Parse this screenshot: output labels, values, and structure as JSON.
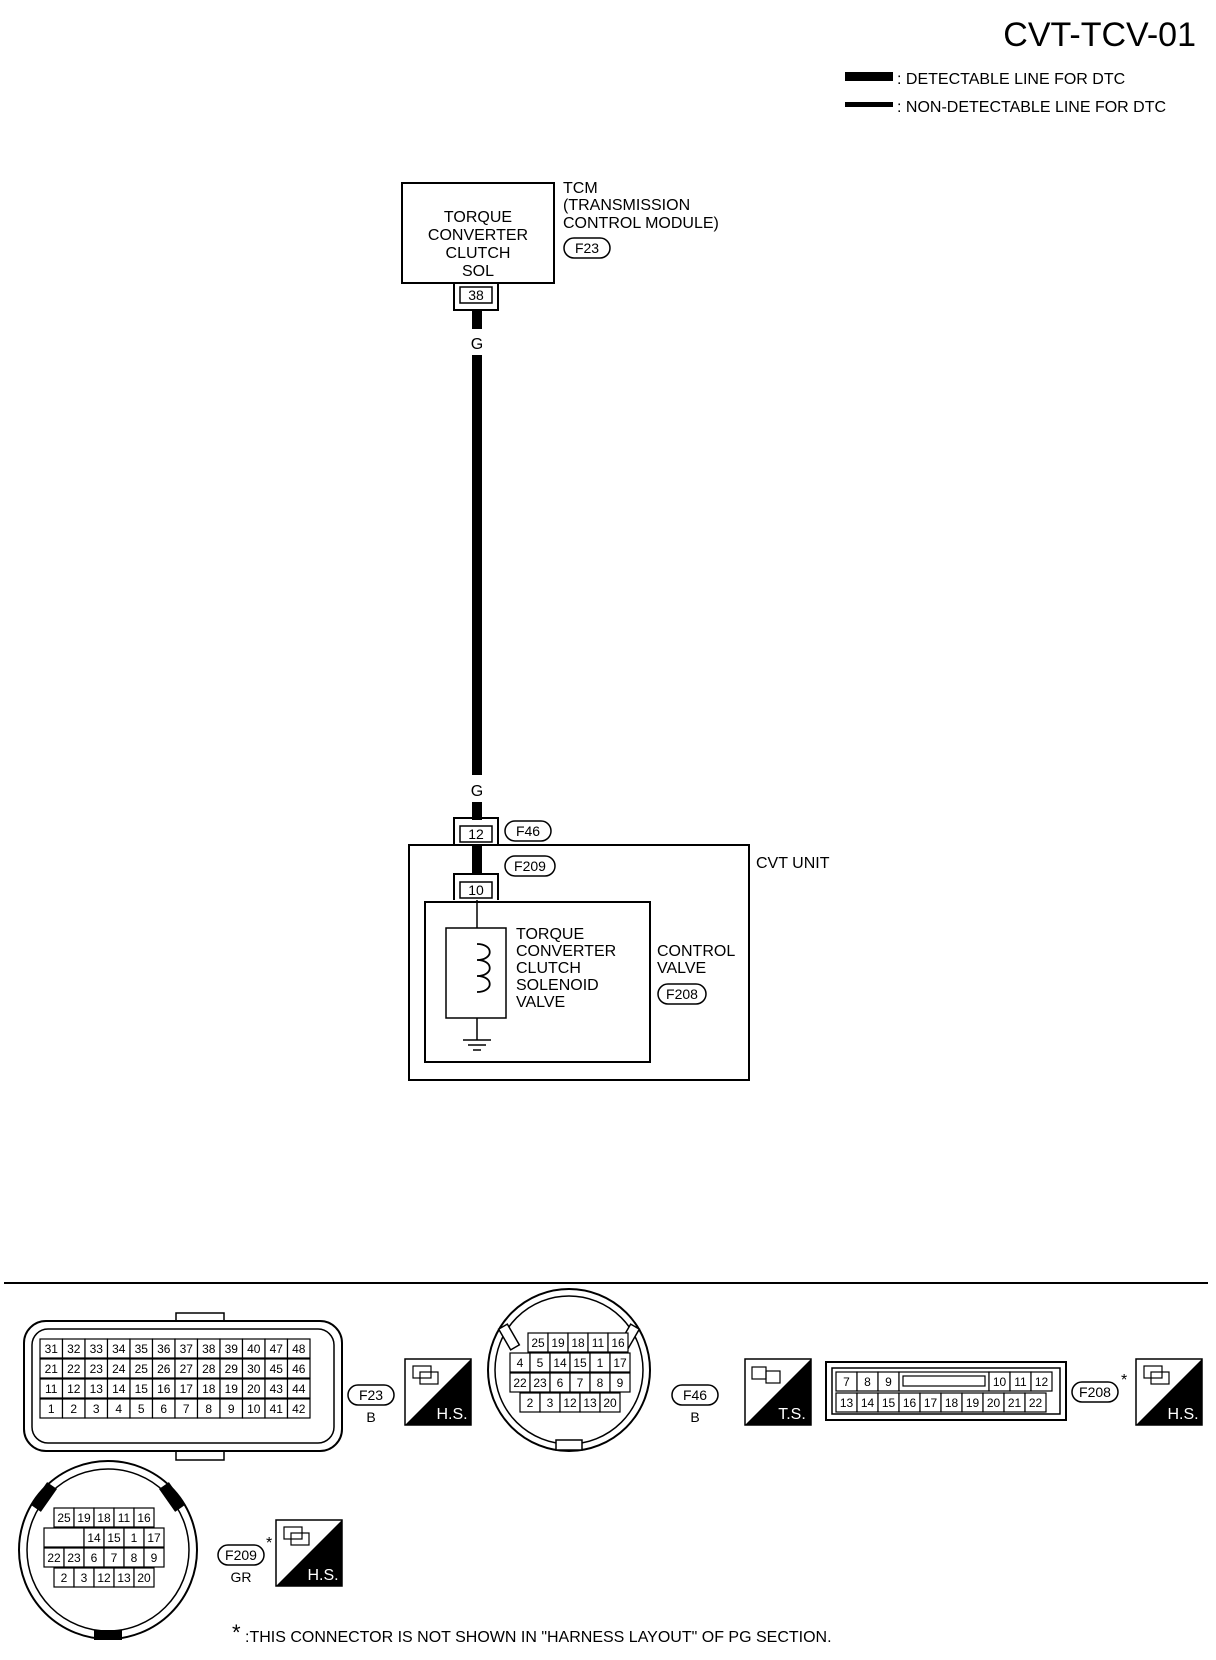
{
  "title": "CVT-TCV-01",
  "legend": [
    {
      "label": ": DETECTABLE LINE FOR DTC"
    },
    {
      "label": ": NON-DETECTABLE LINE FOR DTC"
    }
  ],
  "tcm": {
    "box_lines": [
      "TORQUE",
      "CONVERTER",
      "CLUTCH",
      "SOL"
    ],
    "label_lines": [
      "TCM",
      "(TRANSMISSION",
      "CONTROL MODULE)"
    ],
    "connector": "F23",
    "terminal": "38"
  },
  "wire_color": "G",
  "cvt": {
    "unit_label": "CVT UNIT",
    "connector_outer": "F46",
    "terminal_outer": "12",
    "connector_inner": "F209",
    "terminal_inner": "10",
    "valve_lines": [
      "TORQUE",
      "CONVERTER",
      "CLUTCH",
      "SOLENOID",
      "VALVE"
    ],
    "control_lines": [
      "CONTROL",
      "VALVE"
    ],
    "control_connector": "F208"
  },
  "connector_views": {
    "f23": {
      "id": "F23",
      "color": "B",
      "badge": "H.S.",
      "rows": [
        [
          "31",
          "32",
          "33",
          "34",
          "35",
          "36",
          "37",
          "38",
          "39",
          "40",
          "47",
          "48"
        ],
        [
          "21",
          "22",
          "23",
          "24",
          "25",
          "26",
          "27",
          "28",
          "29",
          "30",
          "45",
          "46"
        ],
        [
          "11",
          "12",
          "13",
          "14",
          "15",
          "16",
          "17",
          "18",
          "19",
          "20",
          "43",
          "44"
        ],
        [
          "1",
          "2",
          "3",
          "4",
          "5",
          "6",
          "7",
          "8",
          "9",
          "10",
          "41",
          "42"
        ]
      ]
    },
    "f46": {
      "id": "F46",
      "color": "B",
      "badge": "T.S.",
      "rows": [
        [
          "25",
          "19",
          "18",
          "11",
          "16"
        ],
        [
          "4",
          "5",
          "14",
          "15",
          "1",
          "17"
        ],
        [
          "22",
          "23",
          "6",
          "7",
          "8",
          "9"
        ],
        [
          "2",
          "3",
          "12",
          "13",
          "20"
        ]
      ]
    },
    "f208": {
      "id": "F208",
      "star": "*",
      "badge": "H.S.",
      "rows": [
        [
          "7",
          "8",
          "9",
          "",
          "10",
          "11",
          "12"
        ],
        [
          "13",
          "14",
          "15",
          "16",
          "17",
          "18",
          "19",
          "20",
          "21",
          "22"
        ]
      ]
    },
    "f209": {
      "id": "F209",
      "star": "*",
      "color": "GR",
      "badge": "H.S.",
      "rows": [
        [
          "25",
          "19",
          "18",
          "11",
          "16"
        ],
        [
          "",
          "14",
          "15",
          "1",
          "17"
        ],
        [
          "22",
          "23",
          "6",
          "7",
          "8",
          "9"
        ],
        [
          "2",
          "3",
          "12",
          "13",
          "20"
        ]
      ]
    }
  },
  "footnote": {
    "star": "*",
    "text": ":THIS CONNECTOR IS NOT SHOWN IN \"HARNESS LAYOUT\" OF PG SECTION."
  }
}
